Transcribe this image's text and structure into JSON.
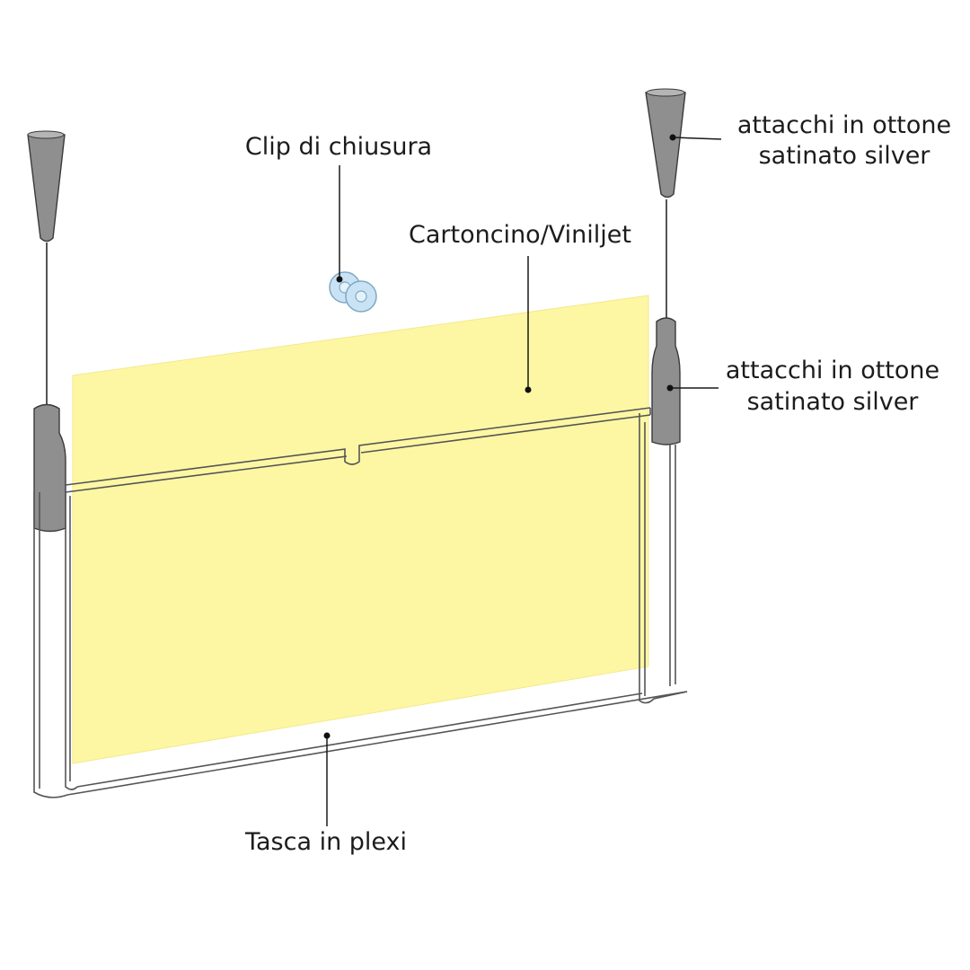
{
  "labels": {
    "clip": "Clip di chiusura",
    "card": "Cartoncino/Viniljet",
    "attacchi_top_line1": "attacchi in ottone",
    "attacchi_top_line2": "satinato silver",
    "attacchi_mid_line1": "attacchi in ottone",
    "attacchi_mid_line2": "satinato silver",
    "pocket": "Tasca in plexi"
  },
  "colors": {
    "card_fill": "#fdf7a4",
    "metal": "#8f8f8f",
    "clip": "#c9e3f5"
  },
  "icons": {
    "fitting": "cone-fitting-icon",
    "clip": "clip-icon"
  }
}
